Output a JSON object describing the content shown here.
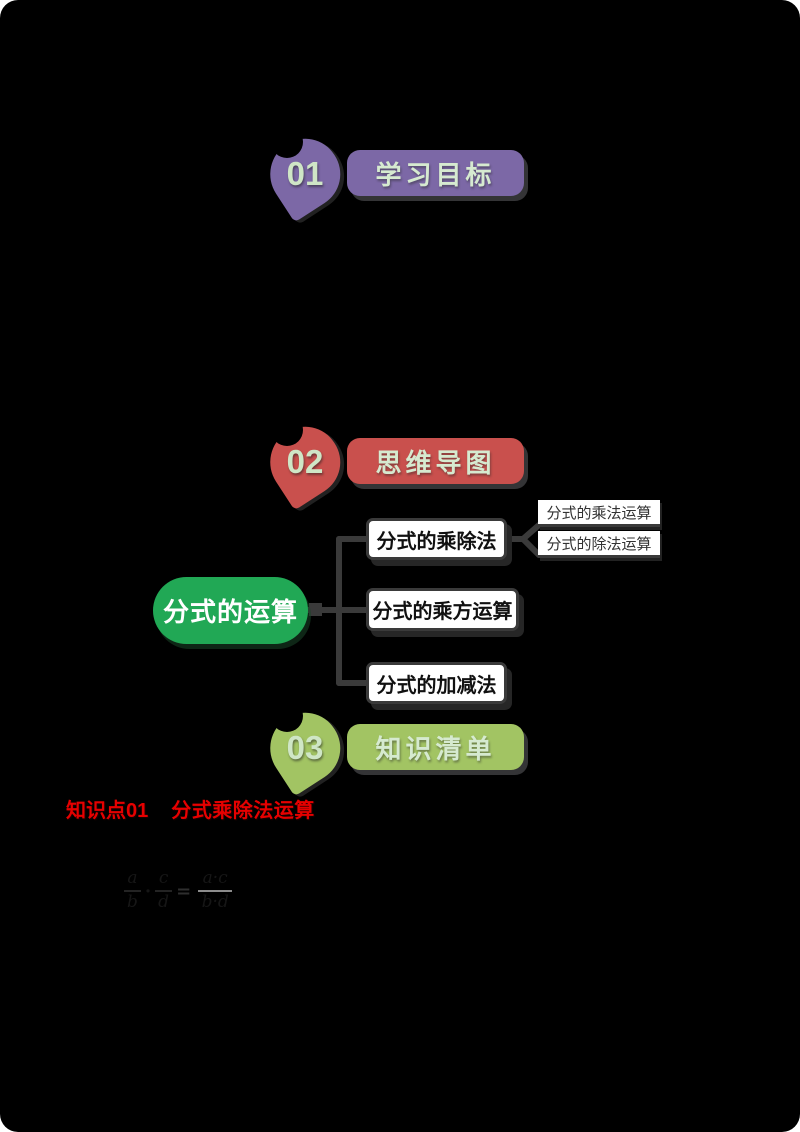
{
  "canvas": {
    "background": "#000000"
  },
  "headers": [
    {
      "num": "01",
      "title": "学习目标",
      "color": "#7c68a6"
    },
    {
      "num": "02",
      "title": "思维导图",
      "color": "#c9504d"
    },
    {
      "num": "03",
      "title": "知识清单",
      "color": "#a2c463"
    }
  ],
  "mindmap": {
    "line_color": "#3a3a3a",
    "root": {
      "label": "分式的运算",
      "color": "#21a855"
    },
    "branches": [
      {
        "label": "分式的乘除法",
        "children": [
          {
            "label": "分式的乘法运算"
          },
          {
            "label": "分式的除法运算"
          }
        ]
      },
      {
        "label": "分式的乘方运算",
        "children": []
      },
      {
        "label": "分式的加减法",
        "children": []
      }
    ]
  },
  "knowledge_point": {
    "label": "知识点01",
    "title": "分式乘除法运算",
    "color": "#e60000"
  },
  "formula": {
    "fraction1": {
      "numerator": "a",
      "denominator": "b"
    },
    "multiply_sign": "·",
    "fraction2": {
      "numerator": "c",
      "denominator": "d"
    },
    "equals_sign": "=",
    "result": {
      "numerator": "a·c",
      "denominator": "b·d"
    }
  }
}
